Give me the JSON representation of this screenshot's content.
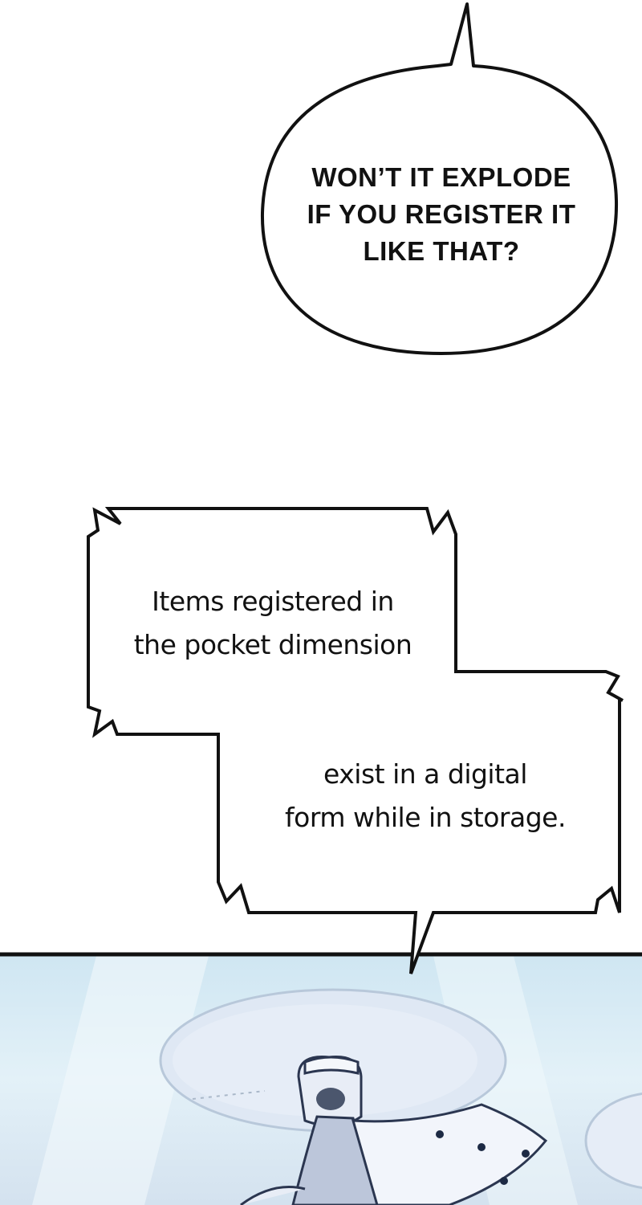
{
  "panel": {
    "speech_bubble": {
      "lines": [
        "WON’T IT EXPLODE",
        "IF YOU REGISTER IT",
        "LIKE THAT?"
      ]
    },
    "narration_box": {
      "first_lines": [
        "Items registered in",
        "the pocket dimension"
      ],
      "second_lines": [
        "exist in a digital",
        "form while in storage."
      ]
    }
  },
  "colors": {
    "background": "#ffffff",
    "ink": "#111111",
    "scene_sky": "#cfe6f2",
    "scene_light": "#eaf5fa",
    "scene_shape": "#dde6f3"
  },
  "illustration": {
    "subject": "pale-blue-scene-with-lens-shape-and-robotic-figure"
  }
}
